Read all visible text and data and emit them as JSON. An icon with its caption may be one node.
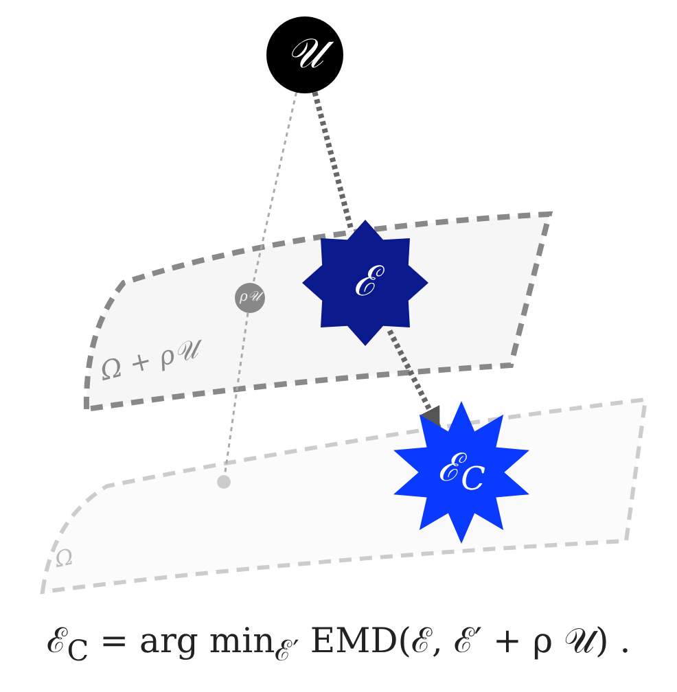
{
  "diagram": {
    "nodes": [
      {
        "text": [
          "Ω + ρ𝒰"
        ]
      },
      {
        "text": [
          "Ω"
        ]
      },
      {
        "text": [
          "𝒰"
        ]
      },
      {
        "text": [
          "ρ𝒰"
        ],
        "in": 0
      },
      {
        "text": [
          "ℰ"
        ],
        "in": 0
      },
      {
        "text": [
          "ℰ$_{C}$"
        ],
        "in": 1
      },
      {
        "text": [],
        "shape": "circle",
        "in": 1
      }
    ],
    "edges": [
      {
        "from": 2,
        "to": 4,
        "arrow": "none",
        "style": "dashed"
      },
      {
        "from": 4,
        "to": 5,
        "arrow": "to",
        "style": "dashed"
      },
      {
        "from": 2,
        "to": 3,
        "arrow": "none",
        "style": "dashed"
      },
      {
        "from": 3,
        "to": 6,
        "arrow": "none",
        "style": "dashed"
      }
    ],
    "caption": "ℰ$_{C}$ = arg min$_{ℰ′}$ EMD(ℰ, ℰ′ + ρ 𝒰) ."
  }
}
